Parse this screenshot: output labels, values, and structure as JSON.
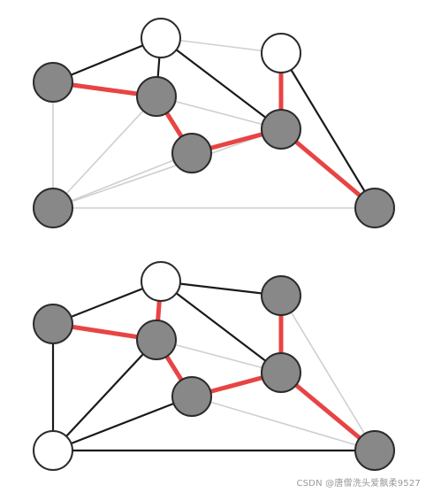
{
  "watermark": "CSDN @唐僧洗头爱飘柔9527",
  "colors": {
    "node_white": "#ffffff",
    "node_gray": "#888888",
    "node_stroke": "#2b2b2b",
    "edge_black": "#1a1a1a",
    "edge_light": "#cfcfcf",
    "edge_red": "#e84444"
  },
  "graphs": [
    {
      "id": "top",
      "nodes": [
        {
          "id": "A",
          "state": "white"
        },
        {
          "id": "B",
          "state": "white"
        },
        {
          "id": "C",
          "state": "gray"
        },
        {
          "id": "D",
          "state": "gray"
        },
        {
          "id": "E",
          "state": "gray"
        },
        {
          "id": "F",
          "state": "gray"
        },
        {
          "id": "G",
          "state": "gray"
        },
        {
          "id": "H",
          "state": "gray"
        }
      ],
      "edges": [
        {
          "from": "A",
          "to": "C",
          "style": "black"
        },
        {
          "from": "A",
          "to": "D",
          "style": "black"
        },
        {
          "from": "A",
          "to": "F",
          "style": "black"
        },
        {
          "from": "A",
          "to": "B",
          "style": "light"
        },
        {
          "from": "B",
          "to": "F",
          "style": "red"
        },
        {
          "from": "B",
          "to": "H",
          "style": "black"
        },
        {
          "from": "C",
          "to": "D",
          "style": "red"
        },
        {
          "from": "C",
          "to": "G",
          "style": "light"
        },
        {
          "from": "D",
          "to": "E",
          "style": "red"
        },
        {
          "from": "D",
          "to": "G",
          "style": "light"
        },
        {
          "from": "D",
          "to": "F",
          "style": "light"
        },
        {
          "from": "E",
          "to": "F",
          "style": "red"
        },
        {
          "from": "E",
          "to": "G",
          "style": "light"
        },
        {
          "from": "F",
          "to": "H",
          "style": "red"
        },
        {
          "from": "F",
          "to": "G",
          "style": "light"
        },
        {
          "from": "G",
          "to": "H",
          "style": "light"
        }
      ]
    },
    {
      "id": "bottom",
      "nodes": [
        {
          "id": "A",
          "state": "white"
        },
        {
          "id": "B",
          "state": "gray"
        },
        {
          "id": "C",
          "state": "gray"
        },
        {
          "id": "D",
          "state": "gray"
        },
        {
          "id": "E",
          "state": "gray"
        },
        {
          "id": "F",
          "state": "gray"
        },
        {
          "id": "G",
          "state": "white"
        },
        {
          "id": "H",
          "state": "gray"
        }
      ],
      "edges": [
        {
          "from": "A",
          "to": "C",
          "style": "black"
        },
        {
          "from": "A",
          "to": "B",
          "style": "black"
        },
        {
          "from": "A",
          "to": "F",
          "style": "black"
        },
        {
          "from": "A",
          "to": "D",
          "style": "red"
        },
        {
          "from": "B",
          "to": "F",
          "style": "red"
        },
        {
          "from": "B",
          "to": "H",
          "style": "light"
        },
        {
          "from": "C",
          "to": "D",
          "style": "red"
        },
        {
          "from": "C",
          "to": "G",
          "style": "black"
        },
        {
          "from": "D",
          "to": "E",
          "style": "red"
        },
        {
          "from": "D",
          "to": "G",
          "style": "black"
        },
        {
          "from": "D",
          "to": "F",
          "style": "light"
        },
        {
          "from": "E",
          "to": "F",
          "style": "red"
        },
        {
          "from": "E",
          "to": "G",
          "style": "black"
        },
        {
          "from": "E",
          "to": "H",
          "style": "light"
        },
        {
          "from": "F",
          "to": "H",
          "style": "red"
        },
        {
          "from": "G",
          "to": "H",
          "style": "black"
        }
      ]
    }
  ]
}
